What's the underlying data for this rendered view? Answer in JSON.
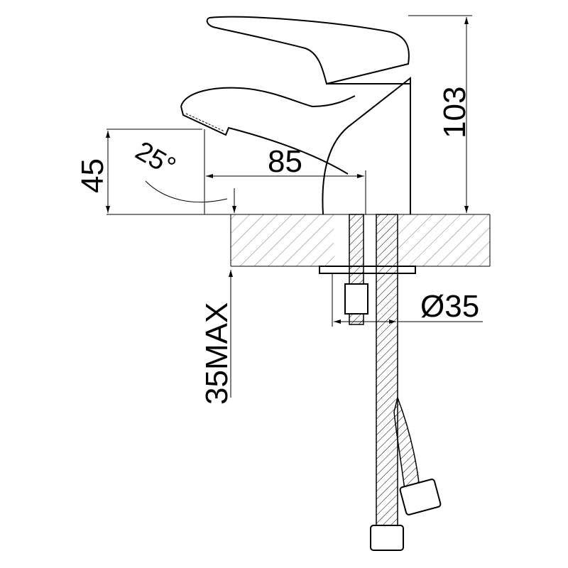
{
  "drawing": {
    "title": "Basin mixer dimension drawing",
    "dimensions": {
      "height": "103",
      "spout_height": "45",
      "spout_angle": "25°",
      "spout_reach": "85",
      "hole_diameter": "Ø35",
      "max_countertop": "35MAX"
    },
    "colors": {
      "line": "#000000",
      "background": "#ffffff",
      "hatch": "#555555"
    }
  }
}
